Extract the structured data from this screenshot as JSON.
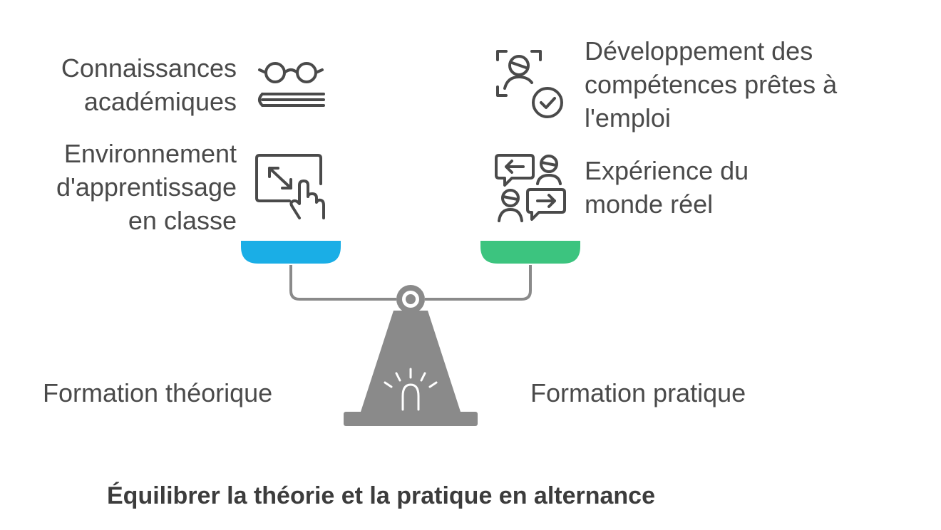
{
  "left": {
    "items": [
      {
        "text": "Connaissances\nacadémiques",
        "icon": "glasses-book-icon"
      },
      {
        "text": "Environnement\nd'apprentissage\nen classe",
        "icon": "touch-screen-icon"
      }
    ],
    "side_label": "Formation théorique",
    "pan_color": "#1aaee6"
  },
  "right": {
    "items": [
      {
        "text": "Développement des\ncompétences prêtes à\nl'emploi",
        "icon": "person-check-icon"
      },
      {
        "text": "Expérience du\nmonde réel",
        "icon": "conversation-icon"
      }
    ],
    "side_label": "Formation pratique",
    "pan_color": "#3cc47f"
  },
  "title": "Équilibrer la théorie et la pratique en alternance",
  "scale_color": "#8a8a8a"
}
